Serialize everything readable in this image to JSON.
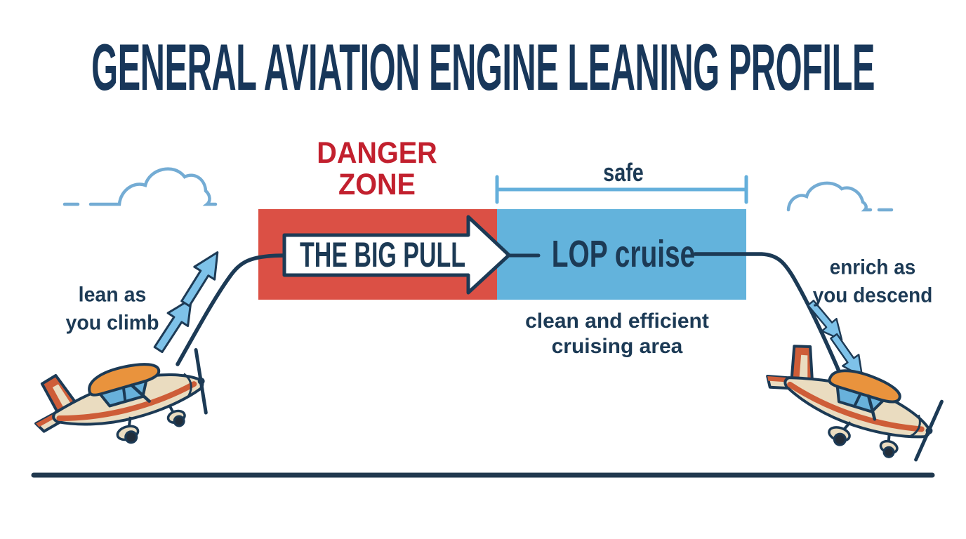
{
  "title": "GENERAL AVIATION ENGINE LEANING PROFILE",
  "danger_zone": {
    "line1": "DANGER",
    "line2": "ZONE"
  },
  "safe_zone": {
    "label": "safe"
  },
  "big_pull": {
    "label": "THE BIG PULL"
  },
  "cruise": {
    "label": "LOP cruise",
    "note_line1": "clean and efficient",
    "note_line2": "cruising area"
  },
  "climb_note": {
    "line1": "lean as",
    "line2": "you climb"
  },
  "descend_note": {
    "line1": "enrich as",
    "line2": "you descend"
  },
  "colors": {
    "title_navy": "#18375A",
    "text_navy": "#1C3A55",
    "danger_text_red": "#C2202E",
    "danger_zone_fill": "#DB5045",
    "safe_zone_fill": "#63B3DC",
    "small_arrow_blue": "#7EC2E9",
    "cloud_blue": "#74ACD4",
    "plane_cream": "#EADCC0",
    "plane_stripe_orange": "#CE5D38",
    "plane_wing_orange": "#E9933D",
    "plane_window_blue": "#68B1DB"
  }
}
